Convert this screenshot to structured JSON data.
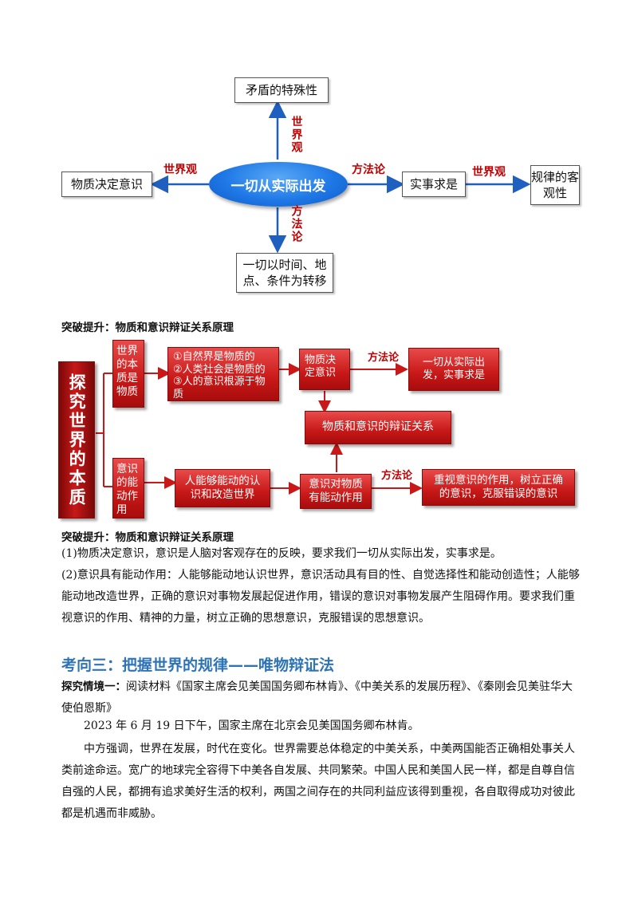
{
  "diagram1": {
    "center": "一切从实际出发",
    "top_box": "矛盾的特殊性",
    "left_box": "物质决定意识",
    "right_box": "实事求是",
    "far_right_box": "规律的客观性",
    "bottom_box": "一切以时间、地点、条件为转移",
    "label_top": "世界观",
    "label_left": "世界观",
    "label_right": "方法论",
    "label_far_right": "世界观",
    "label_bottom": "方法论"
  },
  "heading1": "突破提升：物质和意识辩证关系原理",
  "diagram2": {
    "left_banner": "探究世界的本质",
    "top_label": "世界的本质是物质",
    "top_list": "①自然界是物质的\n②人类社会是物质的\n③人的意识根源于物质",
    "top_mid": "物质决定意识",
    "top_method": "方法论",
    "top_result": "一切从实际出发，实事求是",
    "middle": "物质和意识的辩证关系",
    "bottom_label": "意识的能动作用",
    "bottom_list": "人能够能动的认识和改造世界",
    "bottom_mid": "意识对物质有能动作用",
    "bottom_method": "方法论",
    "bottom_result": "重视意识的作用，树立正确的意识，克服错误的意识"
  },
  "heading2": "突破提升：物质和意识辩证关系原理",
  "paragraphs": {
    "p1": "(1)物质决定意识，意识是人脑对客观存在的反映，要求我们一切从实际出发，实事求是。",
    "p2": "(2)意识具有能动作用：人能够能动地认识世界，意识活动具有目的性、自觉选择性和能动创造性；人能够能动地改造世界，正确的意识对事物发展起促进作用，错误的意识对事物发展产生阻碍作用。要求我们重视意识的作用、精神的力量，树立正确的思想意识，克服错误的思想意识。"
  },
  "section_title": "考向三：把握世界的规律——唯物辩证法",
  "context": {
    "label": "探究情境一：",
    "text": "阅读材料《国家主席会见美国国务卿布林肯》、《中美关系的发展历程》、《秦刚会见美驻华大使伯恩斯》",
    "p1": "2023 年 6 月 19 日下午，国家主席在北京会见美国国务卿布林肯。",
    "p2": "中方强调，世界在发展，时代在变化。世界需要总体稳定的中美关系，中美两国能否正确相处事关人类前途命运。宽广的地球完全容得下中美各自发展、共同繁荣。中国人民和美国人民一样，都是自尊自信自强的人民，都拥有追求美好生活的权利，两国之间存在的共同利益应该得到重视，各自取得成功对彼此都是机遇而非威胁。"
  },
  "colors": {
    "accent_red": "#c00000",
    "title_blue": "#2e74b5",
    "ellipse_blue": "#1f78e6",
    "arrow_blue": "#1f5fbf"
  }
}
